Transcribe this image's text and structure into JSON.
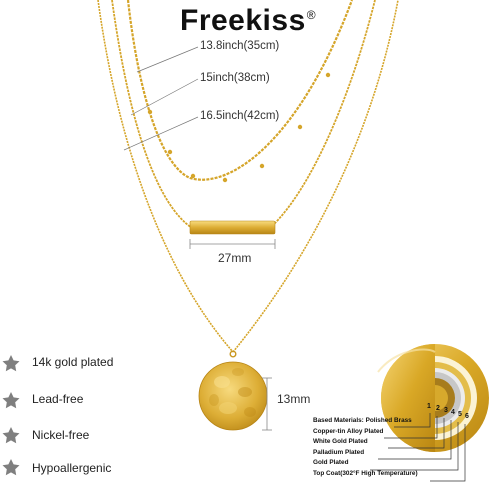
{
  "brand": {
    "name": "Freekiss",
    "mark": "®"
  },
  "lengths": [
    {
      "label": "13.8inch(35cm)"
    },
    {
      "label": "15inch(38cm)"
    },
    {
      "label": "16.5inch(42cm)"
    }
  ],
  "dimensions": {
    "bar_width": "27mm",
    "disc_height": "13mm"
  },
  "features": [
    {
      "text": "14k gold plated",
      "icon": "star-icon"
    },
    {
      "text": "Lead-free",
      "icon": "star-icon"
    },
    {
      "text": "Nickel-free",
      "icon": "star-icon"
    },
    {
      "text": "Hypoallergenic",
      "icon": "star-icon"
    }
  ],
  "plating_layers": {
    "numbers": [
      "1",
      "2",
      "3",
      "4",
      "5",
      "6"
    ],
    "items": [
      "Based Materials: Polished Brass",
      "Copper-tin Alloy Plated",
      "White Gold Plated",
      "Palladium Plated",
      "Gold Plated",
      "Top Coat(302°F High Temperature)"
    ]
  },
  "colors": {
    "gold": "#D9A826",
    "gold_light": "#F2CF63",
    "gold_dark": "#B98612",
    "text": "#222222",
    "star": "#7f7f7f"
  }
}
